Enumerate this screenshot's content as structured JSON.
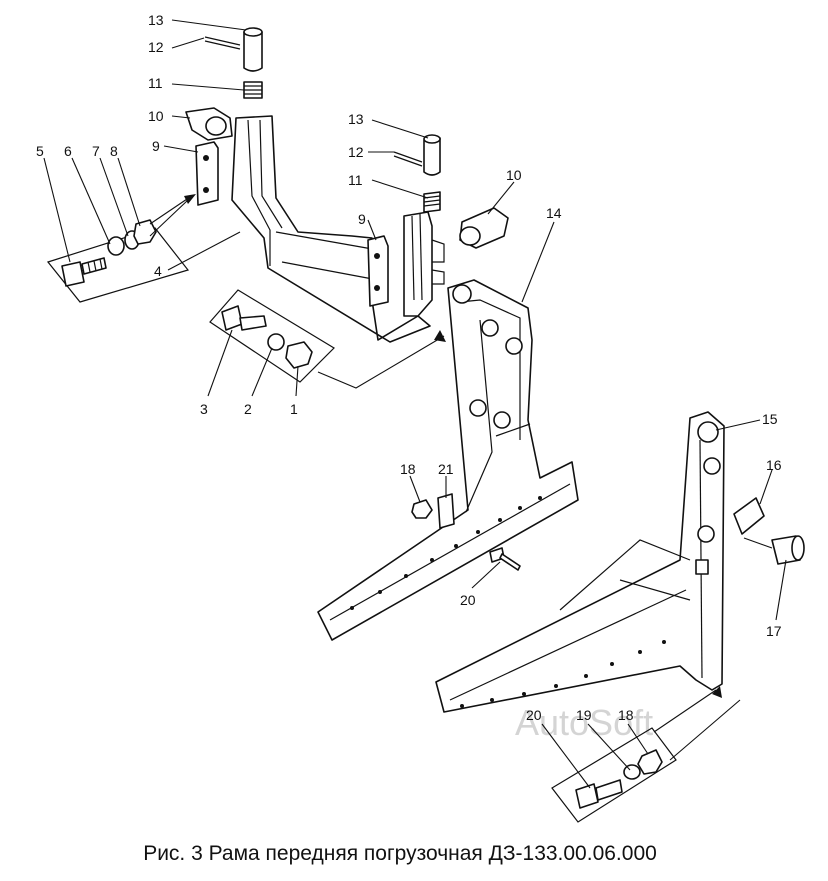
{
  "caption": "Рис. 3 Рама передняя погрузочная  ДЗ-133.00.06.000",
  "watermark": "AutoSoft",
  "callouts": {
    "c13a": "13",
    "c12a": "12",
    "c11a": "11",
    "c10a": "10",
    "c9a": "9",
    "c5": "5",
    "c6": "6",
    "c7": "7",
    "c8": "8",
    "c4": "4",
    "c13b": "13",
    "c12b": "12",
    "c11b": "11",
    "c10b": "10",
    "c9b": "9",
    "c14": "14",
    "c3": "3",
    "c2": "2",
    "c1": "1",
    "c18a": "18",
    "c21": "21",
    "c20a": "20",
    "c15": "15",
    "c16": "16",
    "c17": "17",
    "c20b": "20",
    "c19": "19",
    "c18b": "18"
  }
}
